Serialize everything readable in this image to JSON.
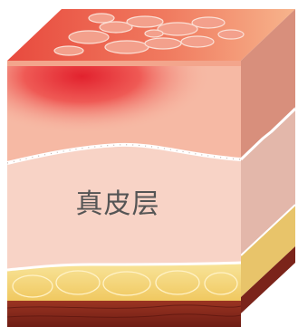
{
  "diagram": {
    "subject": "skin-layers-block",
    "layer_label": "真皮层",
    "layers": [
      "epidermis",
      "dermis",
      "subcutaneous-fat",
      "muscle"
    ],
    "colors": {
      "epidermis_top": "#f19a7e",
      "inflamed": "#e8303a",
      "dermis": "#f8d2c6",
      "dermis_side": "#dcb1a6",
      "fat": "#f5d77a",
      "muscle": "#8a2a1e",
      "membrane": "#ffffff"
    }
  }
}
